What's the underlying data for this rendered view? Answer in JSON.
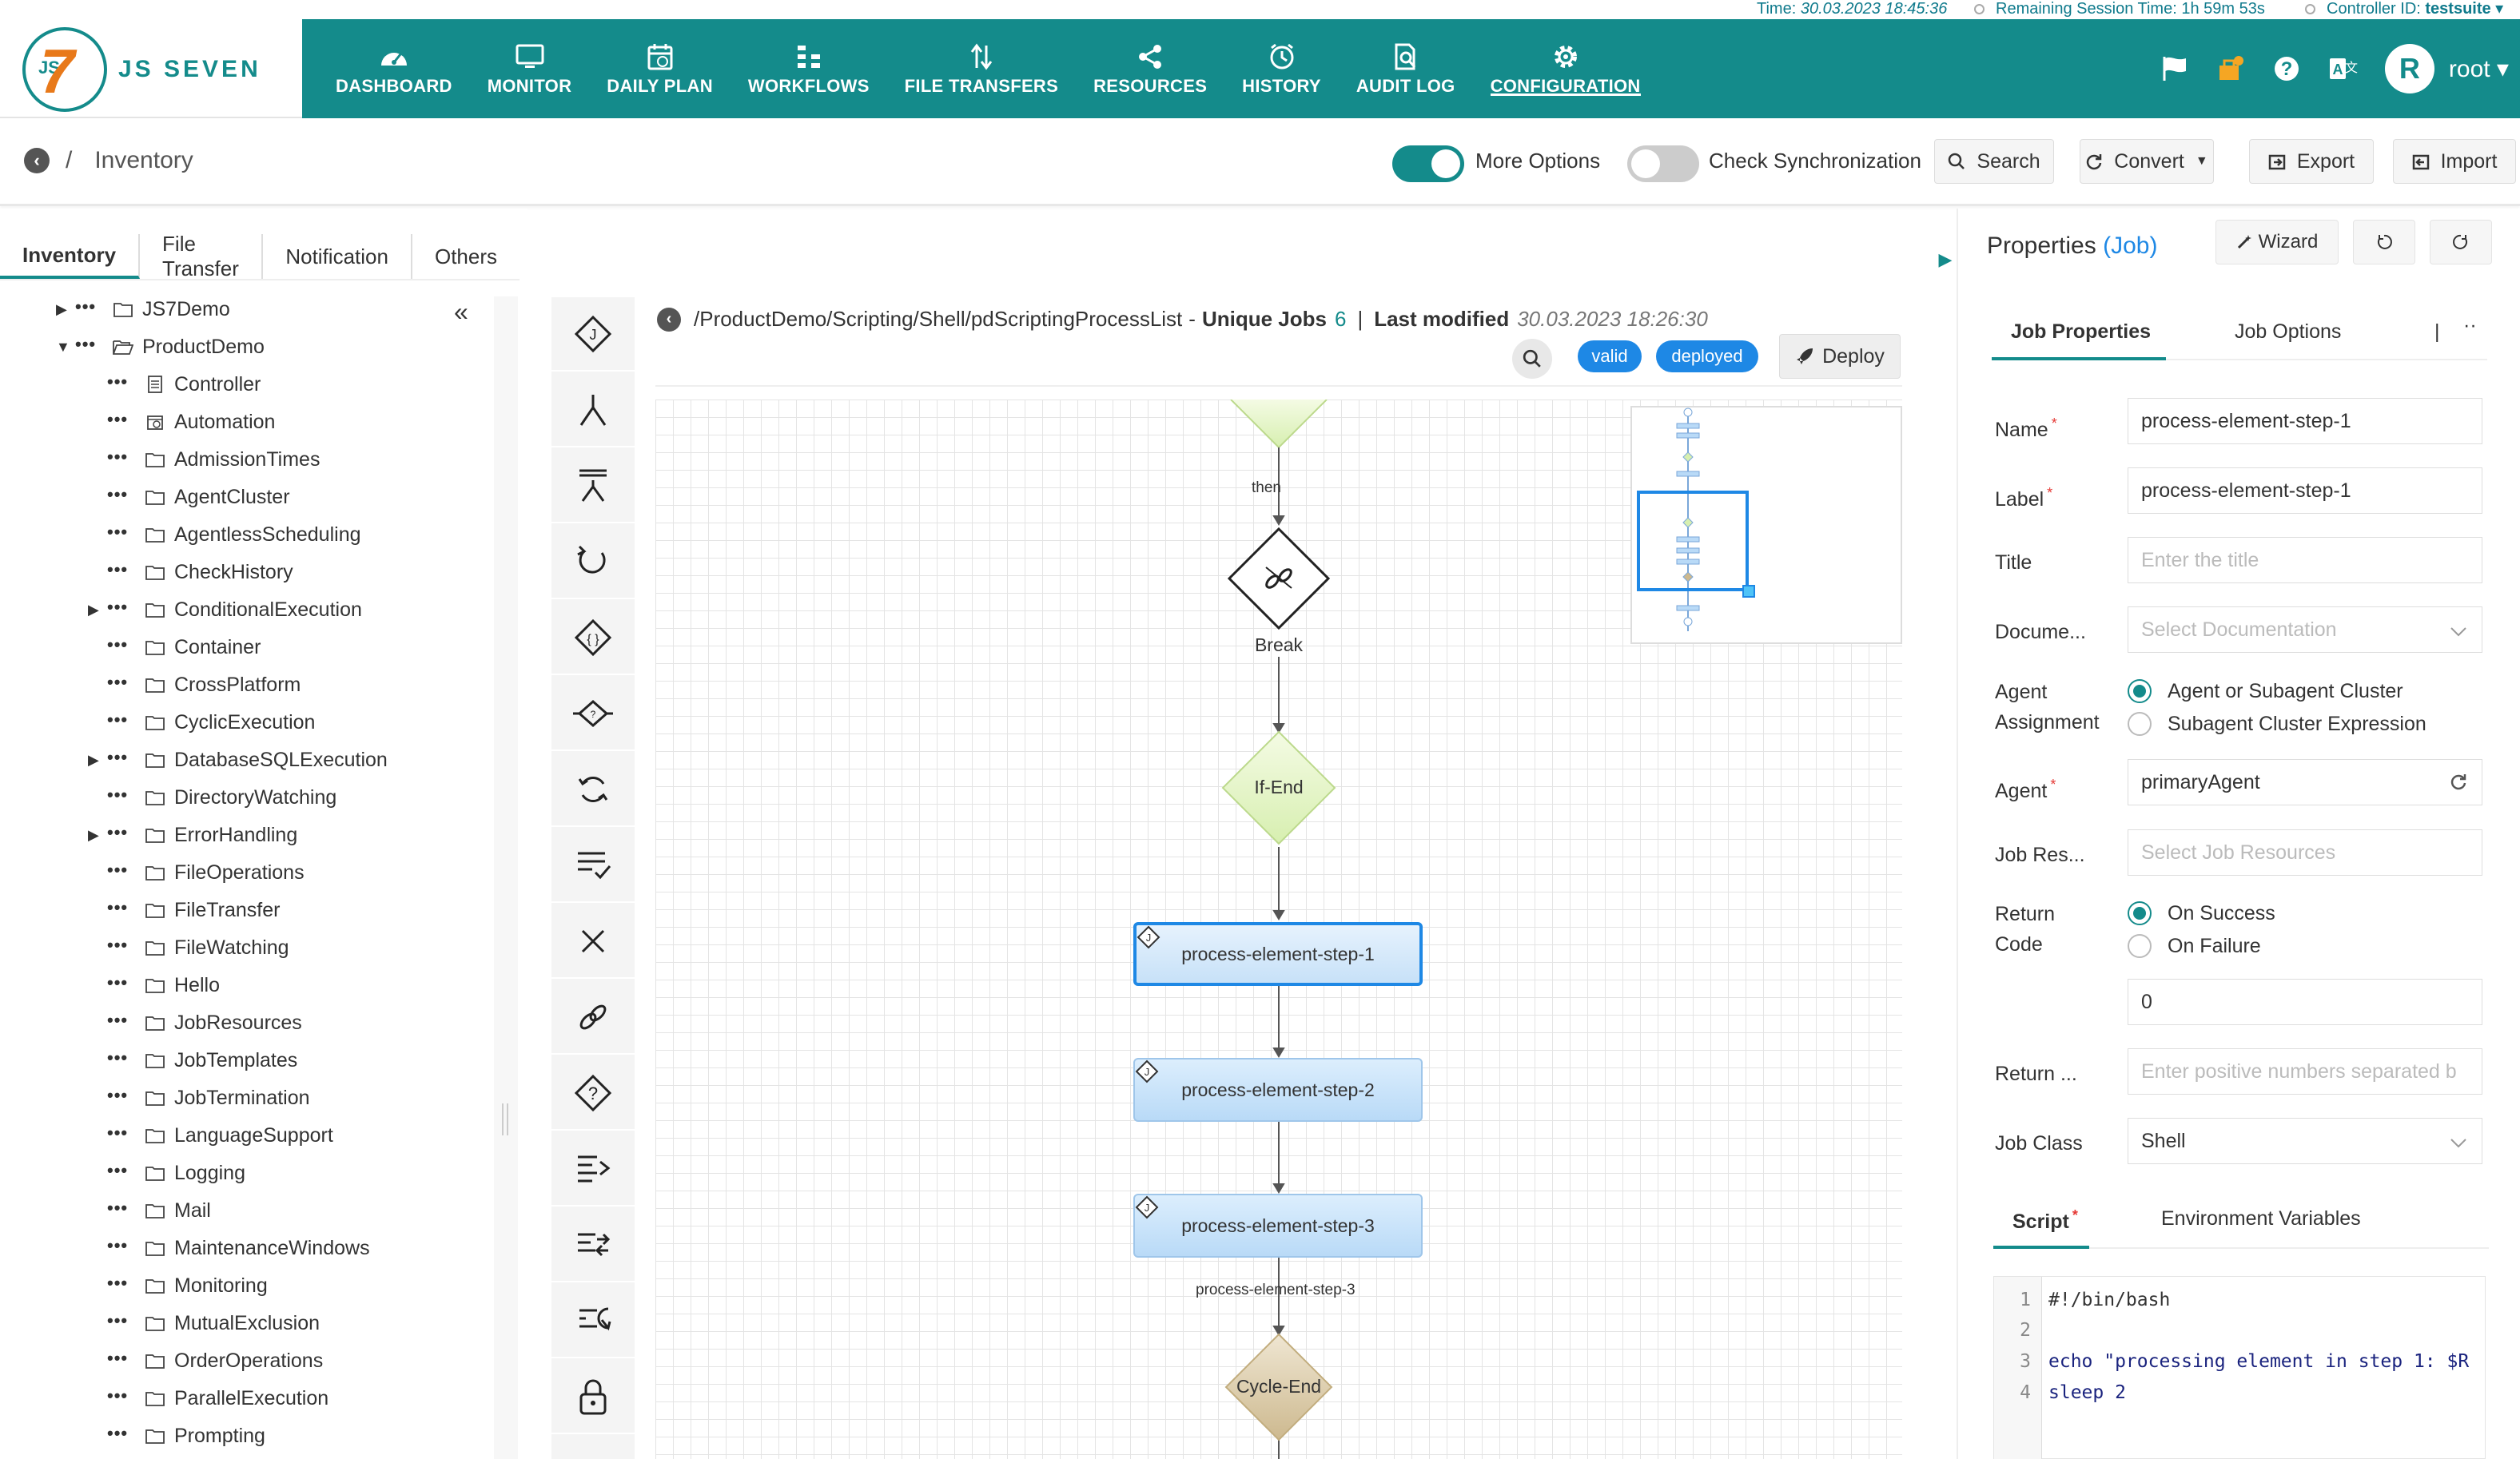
{
  "status": {
    "time_label": "Time:",
    "time_value": "30.03.2023 18:45:36",
    "session_label": "Remaining Session Time:",
    "session_value": "1h 59m 53s",
    "controller_label": "Controller ID:",
    "controller_value": "testsuite"
  },
  "brand": {
    "name": "JS SEVEN",
    "mark": "7",
    "mark_prefix": "JS"
  },
  "nav": [
    {
      "label": "DASHBOARD",
      "icon": "dashboard-icon"
    },
    {
      "label": "MONITOR",
      "icon": "monitor-icon"
    },
    {
      "label": "DAILY PLAN",
      "icon": "calendar-icon"
    },
    {
      "label": "WORKFLOWS",
      "icon": "workflow-icon"
    },
    {
      "label": "FILE TRANSFERS",
      "icon": "transfer-icon"
    },
    {
      "label": "RESOURCES",
      "icon": "share-icon"
    },
    {
      "label": "HISTORY",
      "icon": "clock-icon"
    },
    {
      "label": "AUDIT LOG",
      "icon": "audit-icon"
    },
    {
      "label": "CONFIGURATION",
      "icon": "gear-icon"
    }
  ],
  "user": {
    "initial": "R",
    "name": "root"
  },
  "toolbar": {
    "breadcrumb": "Inventory",
    "more_options": "More Options",
    "check_sync": "Check Synchronization",
    "search": "Search",
    "convert": "Convert",
    "export": "Export",
    "import": "Import"
  },
  "left_tabs": [
    "Inventory",
    "File Transfer",
    "Notification",
    "Others"
  ],
  "tree": [
    {
      "label": "JS7Demo",
      "caret": "right",
      "level": 0,
      "icon": "folder"
    },
    {
      "label": "ProductDemo",
      "caret": "down",
      "level": 0,
      "icon": "folder-open"
    },
    {
      "label": "Controller",
      "caret": "",
      "level": 1,
      "icon": "controller"
    },
    {
      "label": "Automation",
      "caret": "",
      "level": 1,
      "icon": "automation"
    },
    {
      "label": "AdmissionTimes",
      "caret": "",
      "level": 1,
      "icon": "folder"
    },
    {
      "label": "AgentCluster",
      "caret": "",
      "level": 1,
      "icon": "folder"
    },
    {
      "label": "AgentlessScheduling",
      "caret": "",
      "level": 1,
      "icon": "folder"
    },
    {
      "label": "CheckHistory",
      "caret": "",
      "level": 1,
      "icon": "folder"
    },
    {
      "label": "ConditionalExecution",
      "caret": "right",
      "level": 1,
      "icon": "folder"
    },
    {
      "label": "Container",
      "caret": "",
      "level": 1,
      "icon": "folder"
    },
    {
      "label": "CrossPlatform",
      "caret": "",
      "level": 1,
      "icon": "folder"
    },
    {
      "label": "CyclicExecution",
      "caret": "",
      "level": 1,
      "icon": "folder"
    },
    {
      "label": "DatabaseSQLExecution",
      "caret": "right",
      "level": 1,
      "icon": "folder"
    },
    {
      "label": "DirectoryWatching",
      "caret": "",
      "level": 1,
      "icon": "folder"
    },
    {
      "label": "ErrorHandling",
      "caret": "right",
      "level": 1,
      "icon": "folder"
    },
    {
      "label": "FileOperations",
      "caret": "",
      "level": 1,
      "icon": "folder"
    },
    {
      "label": "FileTransfer",
      "caret": "",
      "level": 1,
      "icon": "folder"
    },
    {
      "label": "FileWatching",
      "caret": "",
      "level": 1,
      "icon": "folder"
    },
    {
      "label": "Hello",
      "caret": "",
      "level": 1,
      "icon": "folder"
    },
    {
      "label": "JobResources",
      "caret": "",
      "level": 1,
      "icon": "folder"
    },
    {
      "label": "JobTemplates",
      "caret": "",
      "level": 1,
      "icon": "folder"
    },
    {
      "label": "JobTermination",
      "caret": "",
      "level": 1,
      "icon": "folder"
    },
    {
      "label": "LanguageSupport",
      "caret": "",
      "level": 1,
      "icon": "folder"
    },
    {
      "label": "Logging",
      "caret": "",
      "level": 1,
      "icon": "folder"
    },
    {
      "label": "Mail",
      "caret": "",
      "level": 1,
      "icon": "folder"
    },
    {
      "label": "MaintenanceWindows",
      "caret": "",
      "level": 1,
      "icon": "folder"
    },
    {
      "label": "Monitoring",
      "caret": "",
      "level": 1,
      "icon": "folder"
    },
    {
      "label": "MutualExclusion",
      "caret": "",
      "level": 1,
      "icon": "folder"
    },
    {
      "label": "OrderOperations",
      "caret": "",
      "level": 1,
      "icon": "folder"
    },
    {
      "label": "ParallelExecution",
      "caret": "",
      "level": 1,
      "icon": "folder"
    },
    {
      "label": "Prompting",
      "caret": "",
      "level": 1,
      "icon": "folder"
    }
  ],
  "tools": [
    "job-instruction-icon",
    "fork-icon",
    "fork-list-icon",
    "retry-icon",
    "if-icon",
    "try-icon",
    "cycle-icon",
    "finish-icon",
    "fail-icon",
    "break-icon",
    "prompt-icon",
    "add-order-icon",
    "post-notice-icon",
    "expect-notice-icon",
    "lock-icon"
  ],
  "workflow": {
    "path": "/ProductDemo/Scripting/Shell/pdScriptingProcessList",
    "unique_jobs_label": "Unique Jobs",
    "unique_jobs_count": "6",
    "sep": "|",
    "last_modified_label": "Last modified",
    "last_modified_value": "30.03.2023 18:26:30",
    "valid": "valid",
    "deployed": "deployed",
    "deploy": "Deploy",
    "edge_then": "then",
    "break_label": "Break",
    "if_end_label": "If-End",
    "jobs": [
      "process-element-step-1",
      "process-element-step-2",
      "process-element-step-3"
    ],
    "edge_job3": "process-element-step-3",
    "cycle_end_label": "Cycle-End"
  },
  "properties": {
    "title": "Properties",
    "title_type": "(Job)",
    "wizard": "Wizard",
    "tabs": [
      "Job Properties",
      "Job Options"
    ],
    "name_label": "Name",
    "name_value": "process-element-step-1",
    "label_label": "Label",
    "label_value": "process-element-step-1",
    "title_label": "Title",
    "title_placeholder": "Enter the title",
    "doc_label": "Docume...",
    "doc_placeholder": "Select Documentation",
    "agent_assign_label_1": "Agent",
    "agent_assign_label_2": "Assignment",
    "assign_option_1": "Agent or Subagent Cluster",
    "assign_option_2": "Subagent Cluster Expression",
    "agent_label": "Agent",
    "agent_value": "primaryAgent",
    "job_res_label": "Job Res...",
    "job_res_placeholder": "Select Job Resources",
    "return_code_label_1": "Return",
    "return_code_label_2": "Code",
    "rc_option_1": "On Success",
    "rc_option_2": "On Failure",
    "rc_value": "0",
    "return_warn_label": "Return ...",
    "return_warn_placeholder": "Enter positive numbers separated b",
    "job_class_label": "Job Class",
    "job_class_value": "Shell",
    "script_tab": "Script",
    "env_tab": "Environment Variables",
    "code": [
      "#!/bin/bash",
      "",
      "echo \"processing element in step 1: $R",
      "sleep 2"
    ],
    "line_numbers": [
      "1",
      "2",
      "3",
      "4"
    ]
  },
  "colors": {
    "brand": "#148b8b",
    "accent": "#1e88e5",
    "logo_orange": "#e8791a"
  }
}
